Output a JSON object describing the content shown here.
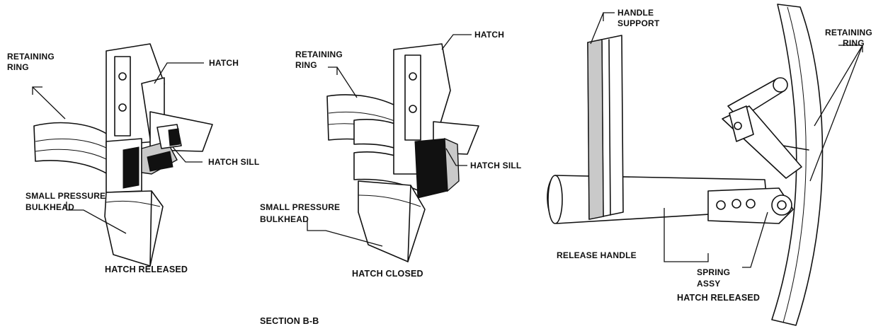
{
  "figure": {
    "left_view": {
      "retaining_ring": [
        "RETAINING",
        "RING"
      ],
      "hatch": "HATCH",
      "hatch_sill": "HATCH SILL",
      "small_pressure_bulkhead": [
        "SMALL PRESSURE",
        "BULKHEAD"
      ],
      "caption": "HATCH RELEASED"
    },
    "middle_view": {
      "retaining_ring": [
        "RETAINING",
        "RING"
      ],
      "hatch": "HATCH",
      "hatch_sill": "HATCH SILL",
      "small_pressure_bulkhead": [
        "SMALL PRESSURE",
        "BULKHEAD"
      ],
      "caption": "HATCH CLOSED"
    },
    "right_view": {
      "handle_support": [
        "HANDLE",
        "SUPPORT"
      ],
      "retaining_ring": [
        "RETAINING",
        "RING"
      ],
      "release_handle": "RELEASE HANDLE",
      "spring_assy": [
        "SPRING",
        "ASSY"
      ],
      "caption": "HATCH RELEASED"
    },
    "section_caption": "SECTION B-B"
  }
}
